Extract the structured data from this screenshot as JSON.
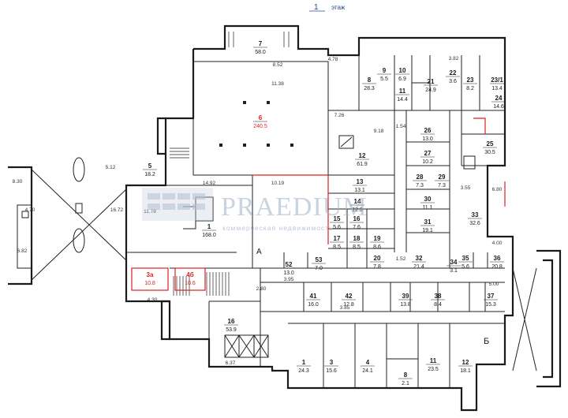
{
  "header": {
    "floor_number": "1",
    "floor_word": "этаж"
  },
  "watermark": {
    "brand": "PRAEDIUM",
    "tagline": "коммерческая недвижимость"
  },
  "rooms": [
    {
      "id": "r7",
      "num": "7",
      "area": "58.0"
    },
    {
      "id": "r6",
      "num": "6",
      "area": "240.5"
    },
    {
      "id": "r8",
      "num": "8",
      "area": "28.3"
    },
    {
      "id": "r9",
      "num": "9",
      "area": "5.5"
    },
    {
      "id": "r10",
      "num": "10",
      "area": "6.9"
    },
    {
      "id": "r11",
      "num": "11",
      "area": "14.4"
    },
    {
      "id": "r21",
      "num": "21",
      "area": "24.9"
    },
    {
      "id": "r22",
      "num": "22",
      "area": "3.6"
    },
    {
      "id": "r23",
      "num": "23",
      "area": "8.2"
    },
    {
      "id": "r23a",
      "num": "23/1",
      "area": "13.4"
    },
    {
      "id": "r24",
      "num": "24",
      "area": "14.6"
    },
    {
      "id": "r25",
      "num": "25",
      "area": "30.5"
    },
    {
      "id": "r26",
      "num": "26",
      "area": "13.0"
    },
    {
      "id": "r27",
      "num": "27",
      "area": "10.2"
    },
    {
      "id": "r28",
      "num": "28",
      "area": "7.3"
    },
    {
      "id": "r29",
      "num": "29",
      "area": "7.3"
    },
    {
      "id": "r30",
      "num": "30",
      "area": "11.1"
    },
    {
      "id": "r31",
      "num": "31",
      "area": "19.1"
    },
    {
      "id": "r32",
      "num": "32",
      "area": "21.4"
    },
    {
      "id": "r33",
      "num": "33",
      "area": "32.6"
    },
    {
      "id": "r12",
      "num": "12",
      "area": "61.9"
    },
    {
      "id": "r13",
      "num": "13",
      "area": "13.1"
    },
    {
      "id": "r14",
      "num": "14",
      "area": "12.3"
    },
    {
      "id": "r15",
      "num": "15",
      "area": "5.6"
    },
    {
      "id": "r16",
      "num": "16",
      "area": "7.6"
    },
    {
      "id": "r17",
      "num": "17",
      "area": "8.5"
    },
    {
      "id": "r18",
      "num": "18",
      "area": "8.5"
    },
    {
      "id": "r19",
      "num": "19",
      "area": "8.6"
    },
    {
      "id": "r20",
      "num": "20",
      "area": "7.8"
    },
    {
      "id": "r5",
      "num": "5",
      "area": "18.2"
    },
    {
      "id": "r1",
      "num": "1",
      "area": "168.0"
    },
    {
      "id": "r41",
      "num": "41",
      "area": "16.0"
    },
    {
      "id": "r42",
      "num": "42",
      "area": "12.8"
    },
    {
      "id": "r52",
      "num": "52",
      "area": "13.0"
    },
    {
      "id": "r53",
      "num": "53",
      "area": "7.0"
    },
    {
      "id": "r39",
      "num": "39",
      "area": "13.8"
    },
    {
      "id": "r38",
      "num": "38",
      "area": "8.4"
    },
    {
      "id": "r37",
      "num": "37",
      "area": "15.3"
    },
    {
      "id": "r36",
      "num": "36",
      "area": "20.8"
    },
    {
      "id": "r35",
      "num": "35",
      "area": "5.6"
    },
    {
      "id": "r34",
      "num": "34",
      "area": "3.1"
    },
    {
      "id": "r16b",
      "num": "16",
      "area": "53.9"
    },
    {
      "id": "b3",
      "num": "3",
      "area": "15.6"
    },
    {
      "id": "b4",
      "num": "4",
      "area": "24.1"
    },
    {
      "id": "b11",
      "num": "11",
      "area": "23.5"
    },
    {
      "id": "b12",
      "num": "12",
      "area": "18.1"
    },
    {
      "id": "b1",
      "num": "1",
      "area": "24.3"
    },
    {
      "id": "b8",
      "num": "8",
      "area": "2.1"
    }
  ],
  "special_labels": {
    "stair_right": "Б",
    "stair_mid": "А",
    "red_rooms": [
      {
        "id": "red1",
        "num": "3а",
        "area": "10.8"
      },
      {
        "id": "red2",
        "num": "4б",
        "area": "10.6"
      }
    ]
  },
  "dimensions": [
    "8.52",
    "11.38",
    "4.78",
    "3.82",
    "5.12",
    "14.92",
    "10.19",
    "7.26",
    "9.18",
    "3.55",
    "5.00",
    "6.37",
    "8.30",
    "4.70",
    "6.82",
    "4.30",
    "16.72",
    "11.78",
    "2.80",
    "6.80",
    "4.00",
    "3.95",
    "3.85",
    "1.52",
    "1.54"
  ]
}
